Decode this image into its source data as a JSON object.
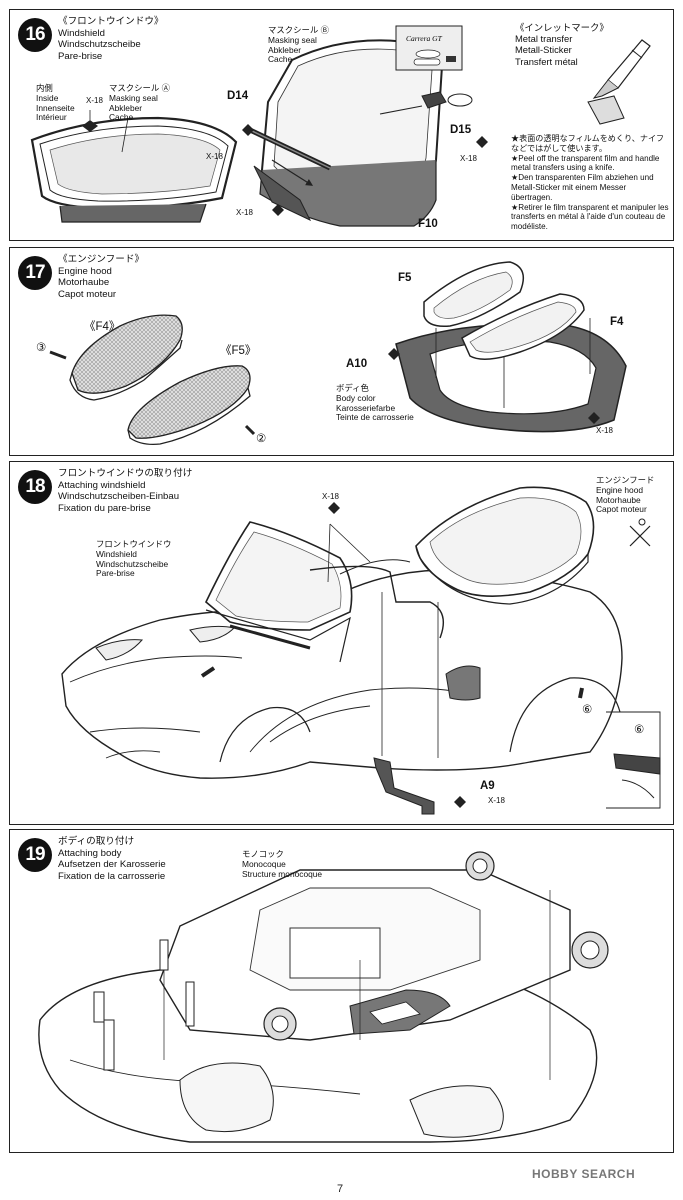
{
  "steps": [
    {
      "number": "16",
      "title": [
        "《フロントウインドウ》",
        "Windshield",
        "Windschutzscheibe",
        "Pare-brise"
      ],
      "inside_label": [
        "内側",
        "Inside",
        "Innenseite",
        "Intérieur"
      ],
      "mask_a_label": [
        "マスクシール Ⓐ",
        "Masking seal",
        "Abkleber",
        "Cache"
      ],
      "mask_b_label": [
        "マスクシール Ⓑ",
        "Masking seal",
        "Abkleber",
        "Cache"
      ],
      "parts": [
        "D14",
        "D15",
        "F10"
      ],
      "screw": "X-18",
      "inlet_title": [
        "《インレットマーク》",
        "Metal transfer",
        "Metall-Sticker",
        "Transfert métal"
      ],
      "transfer_text": "Carrera GT",
      "notes": [
        "★表面の透明なフィルムをめくり、ナイフなどではがして使います。",
        "★Peel off the transparent film and handle metal transfers using a knife.",
        "★Den transparenten Film abziehen und Metall-Sticker mit einem Messer übertragen.",
        "★Retirer le film transparent et manipuler les transferts en métal à l'aide d'un couteau de modéliste."
      ]
    },
    {
      "number": "17",
      "title": [
        "《エンジンフード》",
        "Engine hood",
        "Motorhaube",
        "Capot moteur"
      ],
      "f4": "《F4》",
      "f5": "《F5》",
      "circle3": "③",
      "circle2": "②",
      "parts": [
        "F5",
        "F4",
        "A10"
      ],
      "body_color": [
        "ボディ色",
        "Body color",
        "Karosseriefarbe",
        "Teinte de carrosserie"
      ],
      "screw": "X-18"
    },
    {
      "number": "18",
      "title": [
        "フロントウインドウの取り付け",
        "Attaching windshield",
        "Windschutzscheiben-Einbau",
        "Fixation du pare-brise"
      ],
      "windshield_label": [
        "フロントウインドウ",
        "Windshield",
        "Windschutzscheibe",
        "Pare-brise"
      ],
      "hood_label": [
        "エンジンフード",
        "Engine hood",
        "Motorhaube",
        "Capot moteur"
      ],
      "screw": "X-18",
      "part_a9": "A9",
      "circle6": "⑥"
    },
    {
      "number": "19",
      "title": [
        "ボディの取り付け",
        "Attaching body",
        "Aufsetzen der Karosserie",
        "Fixation de la carrosserie"
      ],
      "monocoque_label": [
        "モノコック",
        "Monocoque",
        "Structure monocoque"
      ]
    }
  ],
  "footer": {
    "brand": "HOBBY SEARCH",
    "page_number": "7"
  }
}
